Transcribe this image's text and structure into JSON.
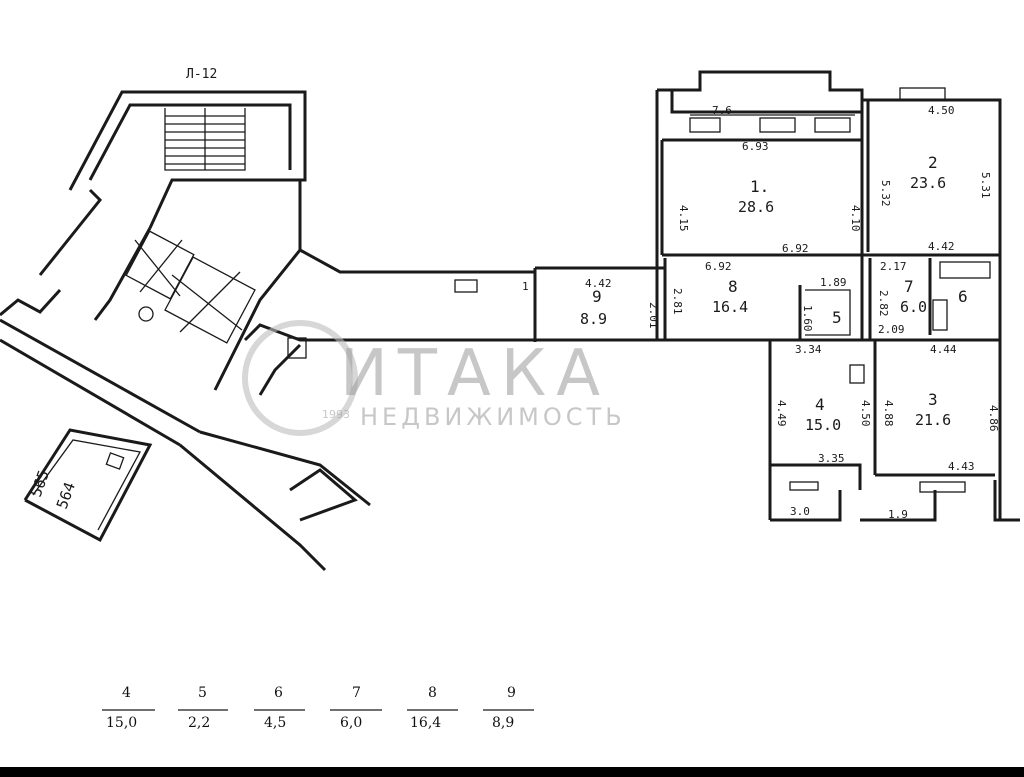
{
  "header_label": "Л-12",
  "watermark": {
    "name": "ИТАКА",
    "year": "1993",
    "tagline": "НЕДВИЖИМОСТЬ"
  },
  "rooms": [
    {
      "num": "1.",
      "area": "28.6"
    },
    {
      "num": "2",
      "area": "23.6"
    },
    {
      "num": "3",
      "area": "21.6"
    },
    {
      "num": "4",
      "area": "15.0"
    },
    {
      "num": "5",
      "area": ""
    },
    {
      "num": "6",
      "area": ""
    },
    {
      "num": "7",
      "area": "6.0"
    },
    {
      "num": "8",
      "area": "16.4"
    },
    {
      "num": "9",
      "area": "8.9"
    }
  ],
  "dimensions": {
    "d1": "7.6",
    "d2": "6.93",
    "d3": "4.50",
    "d4": "4.15",
    "d5": "4.10",
    "d6": "5.32",
    "d7": "5.31",
    "d8": "6.92",
    "d9": "4.42",
    "d10": "6.92",
    "d11": "4.42",
    "d12": "2.01",
    "d13": "2.81",
    "d14": "1.89",
    "d15": "1.60",
    "d16": "2.17",
    "d17": "2.82",
    "d18": "2.09",
    "d19": "3.34",
    "d20": "4.44",
    "d21": "4.49",
    "d22": "4.50",
    "d23": "4.88",
    "d24": "4.86",
    "d25": "3.35",
    "d26": "4.43",
    "d27": "3.0",
    "d28": "1.9",
    "d29": "1",
    "d30": "565",
    "d31": "564"
  },
  "legend": [
    {
      "num": "4",
      "val": "15,0"
    },
    {
      "num": "5",
      "val": "2,2"
    },
    {
      "num": "6",
      "val": "4,5"
    },
    {
      "num": "7",
      "val": "6,0"
    },
    {
      "num": "8",
      "val": "16,4"
    },
    {
      "num": "9",
      "val": "8,9"
    }
  ]
}
